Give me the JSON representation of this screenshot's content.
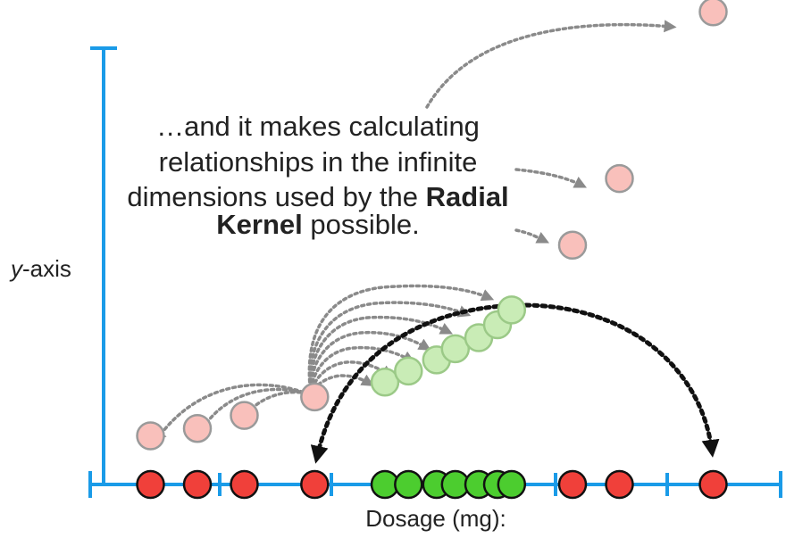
{
  "caption": {
    "line1": "…and it makes calculating",
    "line2": "relationships in the infinite",
    "line3_pre": "dimensions used by the ",
    "line3_bold": "Radial",
    "line4_bold": "Kernel",
    "line4_post": " possible."
  },
  "y_axis_label": {
    "italic": "y",
    "rest": "-axis"
  },
  "x_axis_label": "Dosage (mg):",
  "colors": {
    "axis": "#1a9be8",
    "red": "#f0403a",
    "green": "#4ccd2f",
    "light_red": "#f9c0bb",
    "light_green": "#c9ecb6",
    "arrow_gray": "#8a8a8a",
    "arrow_black": "#111111"
  },
  "points": {
    "red_dosage": [
      1,
      2,
      3,
      4.5,
      10,
      11,
      13
    ],
    "green_dosage": [
      6,
      6.5,
      7.1,
      7.5,
      8,
      8.4,
      8.7
    ]
  },
  "projection": {
    "red": [
      {
        "dosage": 1,
        "y": 0.35
      },
      {
        "dosage": 2,
        "y": 0.55
      },
      {
        "dosage": 3,
        "y": 0.9
      },
      {
        "dosage": 4.5,
        "y": 1.4
      },
      {
        "dosage": 10,
        "y": 5.5
      },
      {
        "dosage": 11,
        "y": 7.3
      },
      {
        "dosage": 13,
        "y": 11.8
      }
    ],
    "green": [
      {
        "dosage": 6,
        "y": 1.8
      },
      {
        "dosage": 6.5,
        "y": 2.1
      },
      {
        "dosage": 7.1,
        "y": 2.4
      },
      {
        "dosage": 7.5,
        "y": 2.7
      },
      {
        "dosage": 8,
        "y": 3.0
      },
      {
        "dosage": 8.4,
        "y": 3.35
      },
      {
        "dosage": 8.7,
        "y": 3.75
      }
    ]
  }
}
